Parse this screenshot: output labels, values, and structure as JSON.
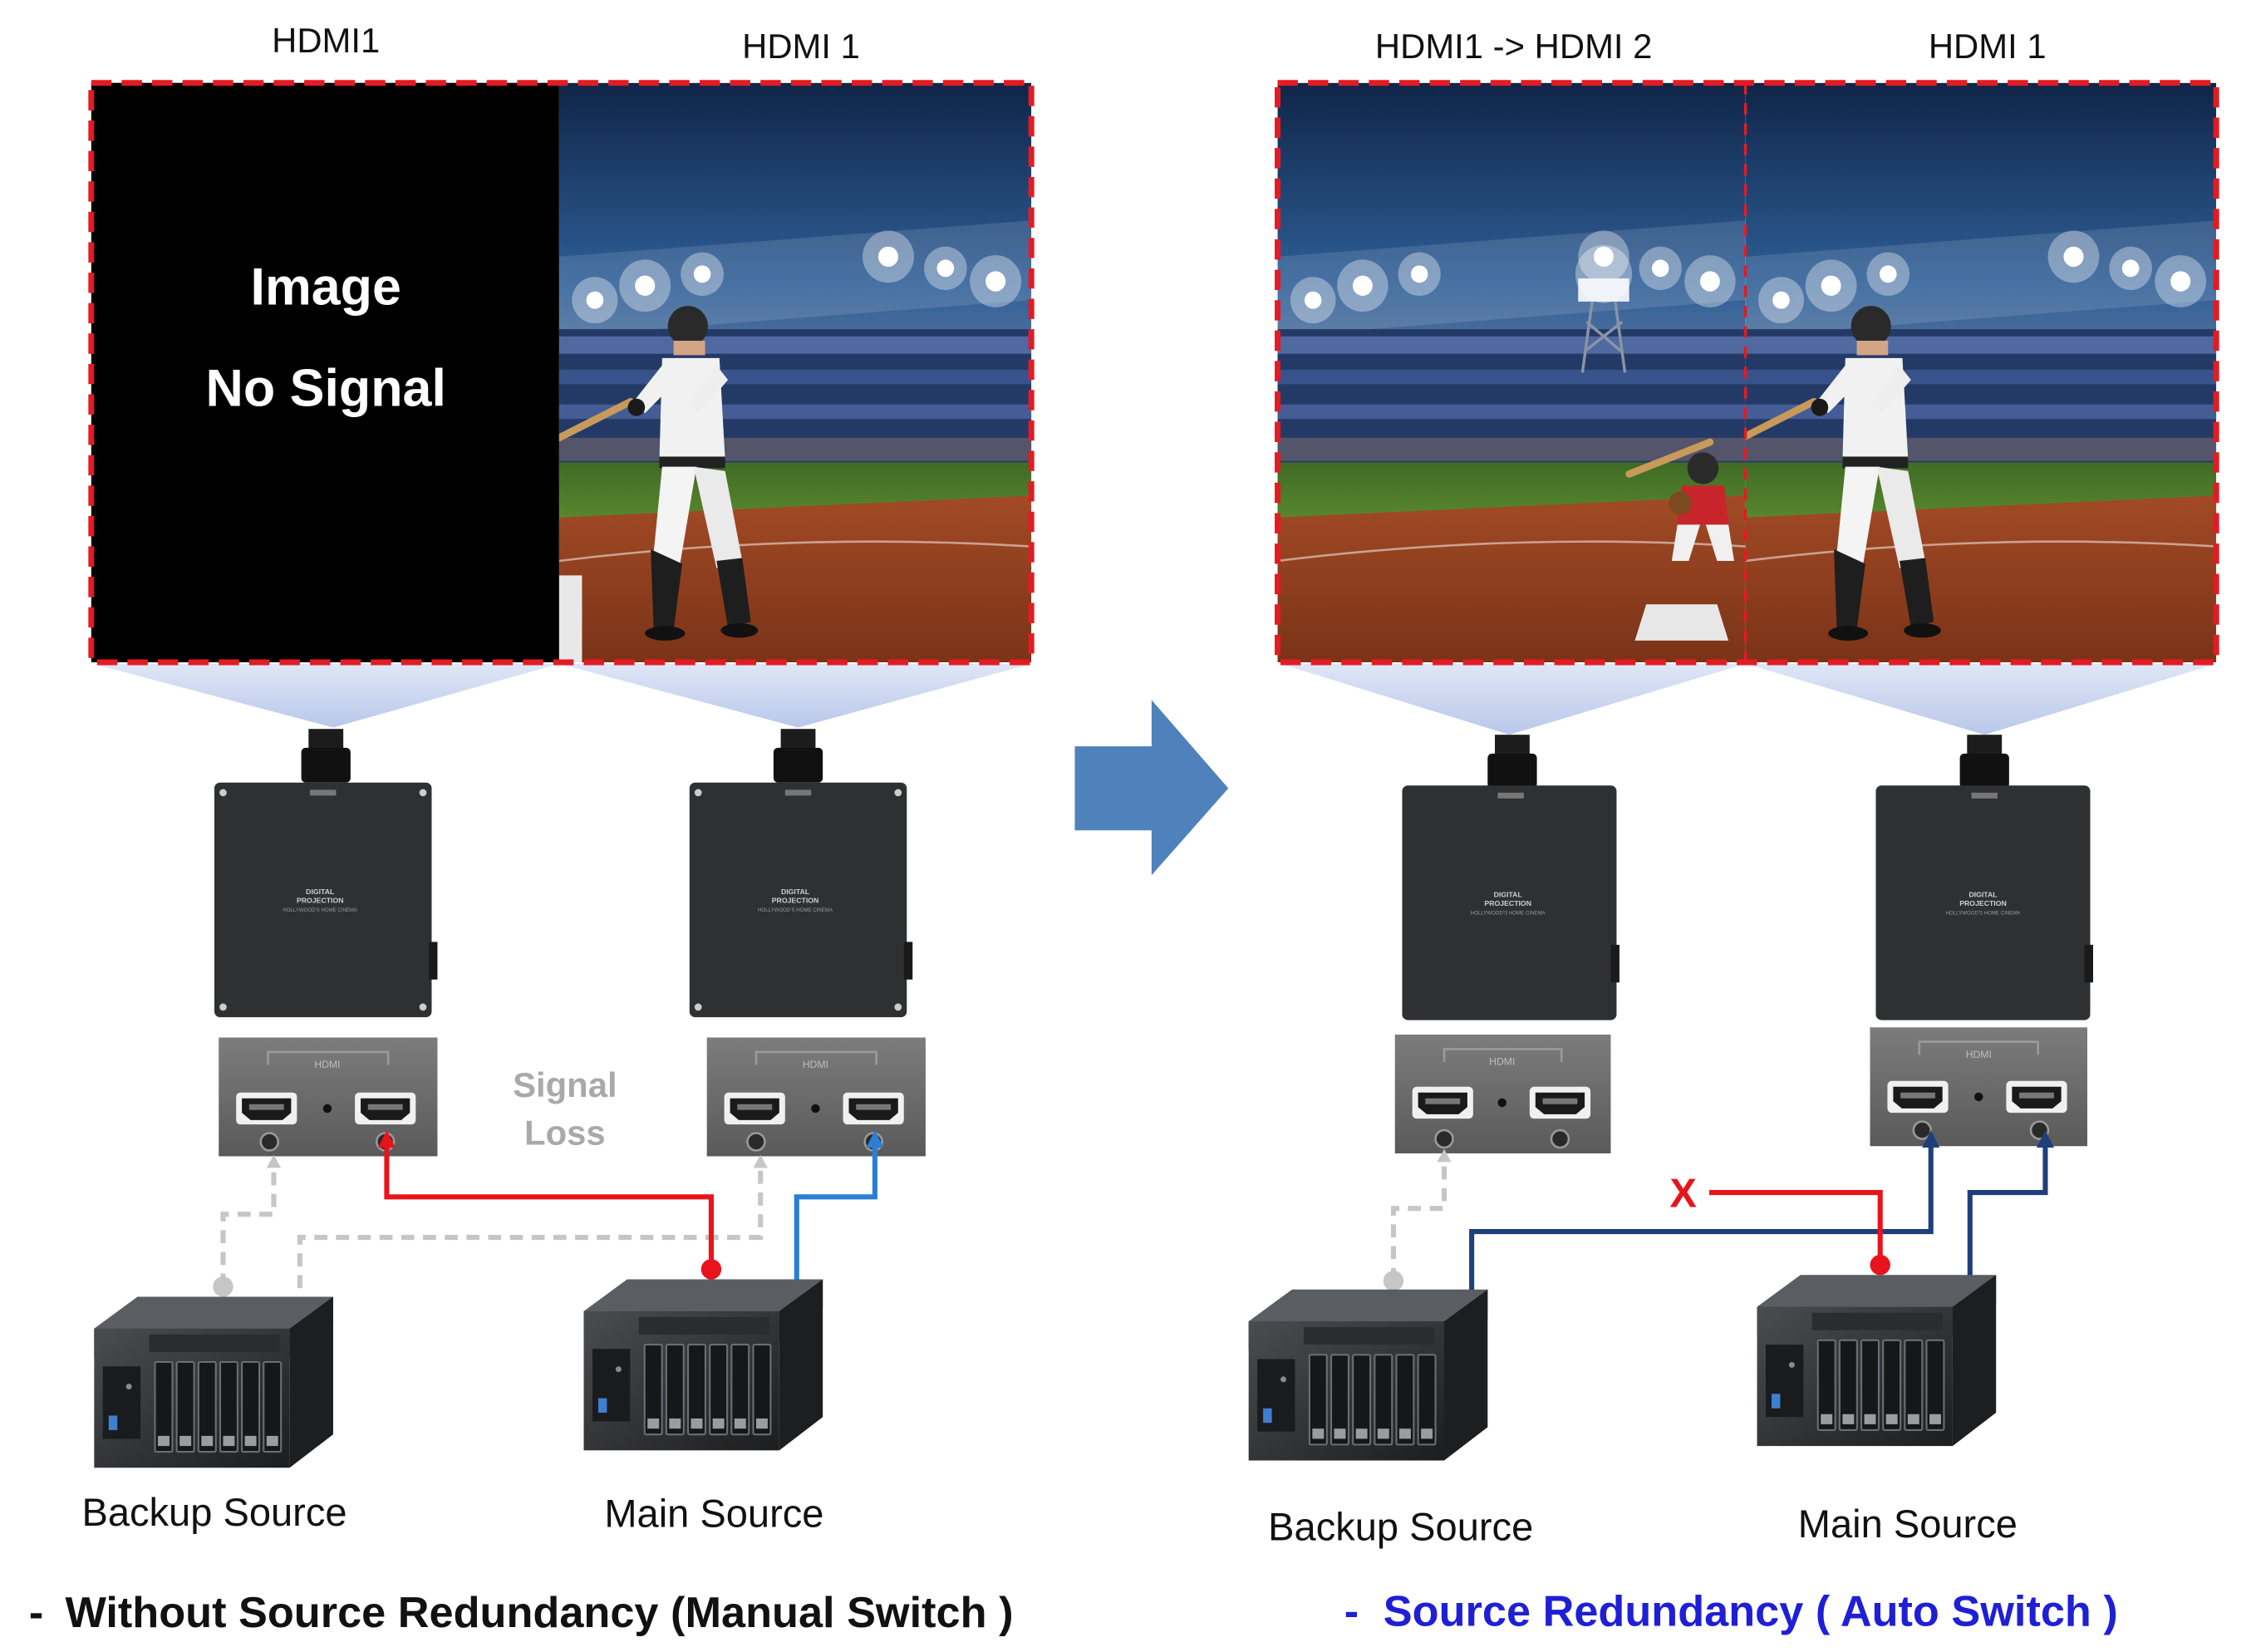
{
  "colors": {
    "red_signal": "#e8141b",
    "main_blue": "#2a7fd4",
    "navy": "#1f3f7a",
    "gray_dashed": "#c6c6c6",
    "arrow_fill": "#4f81bd",
    "caption_blue": "#1f1fd6",
    "projector_body": "#2f3032",
    "beam": "#c7d4ee",
    "border_dashed": "#e31b23"
  },
  "left": {
    "label_screen1": "HDMI1",
    "label_screen2": "HDMI 1",
    "screen1_line1": "Image",
    "screen1_line2": "No Signal",
    "signal_loss_line1": "Signal",
    "signal_loss_line2": "Loss",
    "backup_source": "Backup Source",
    "main_source": "Main Source",
    "caption_dash": "-",
    "caption": "Without Source Redundancy (Manual Switch )"
  },
  "right": {
    "label_screen1": "HDMI1 -> HDMI 2",
    "label_screen2": "HDMI 1",
    "x_mark": "X",
    "backup_source": "Backup Source",
    "main_source": "Main Source",
    "caption_dash": "-",
    "caption": "Source Redundancy ( Auto Switch )"
  },
  "projector": {
    "brand_line1": "DIGITAL",
    "brand_line2": "PROJECTION",
    "brand_line3": "HOLLYWOOD'S HOME CINEMA",
    "panel_label": "HDMI"
  },
  "icons": [
    "right-arrow-icon",
    "projector-icon",
    "hdmi-port-icon",
    "nas-server-icon",
    "baseball-batter-image",
    "baseball-stadium-image"
  ]
}
